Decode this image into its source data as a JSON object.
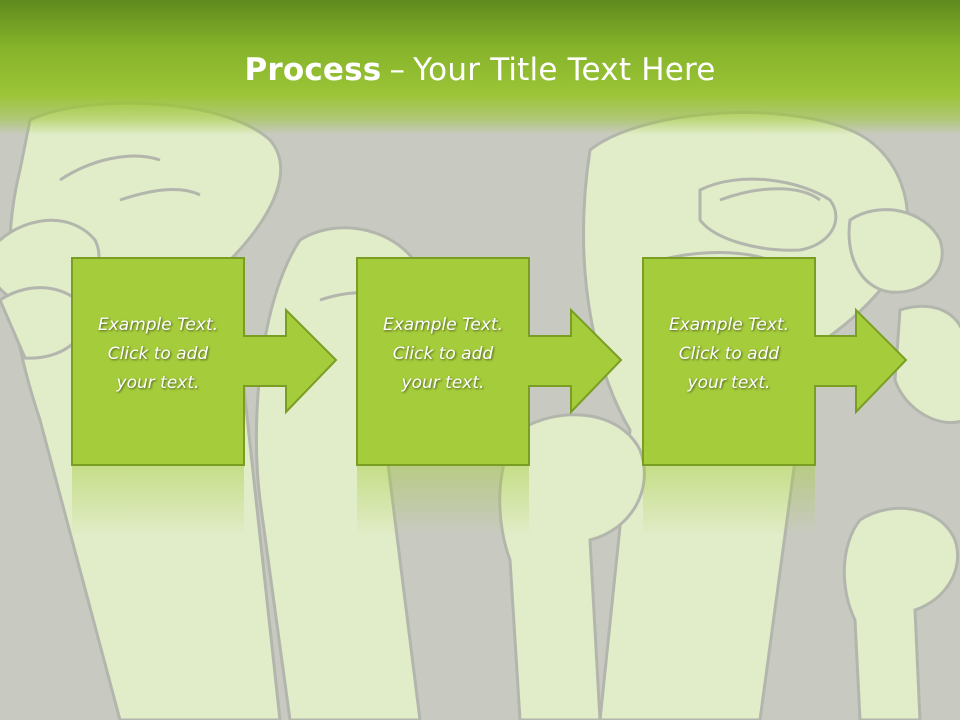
{
  "slide": {
    "title_strong": "Process",
    "title_separator": "–",
    "title_rest": "Your Title Text Here"
  },
  "steps": [
    {
      "line1": "Example Text.",
      "line2": "Click  to add",
      "line3": "your text."
    },
    {
      "line1": "Example Text.",
      "line2": "Click  to add",
      "line3": "your text."
    },
    {
      "line1": "Example Text.",
      "line2": "Click  to add",
      "line3": "your text."
    }
  ],
  "colors": {
    "accent": "#a5cc3b",
    "box_border": "#7a9e24",
    "title_bar_top": "#5f8a1e",
    "background": "#c8cac2",
    "fist_silhouette": "#e2edca"
  },
  "icons": {
    "background": "raised-fists-illustration",
    "connector": "right-arrow-icon"
  }
}
